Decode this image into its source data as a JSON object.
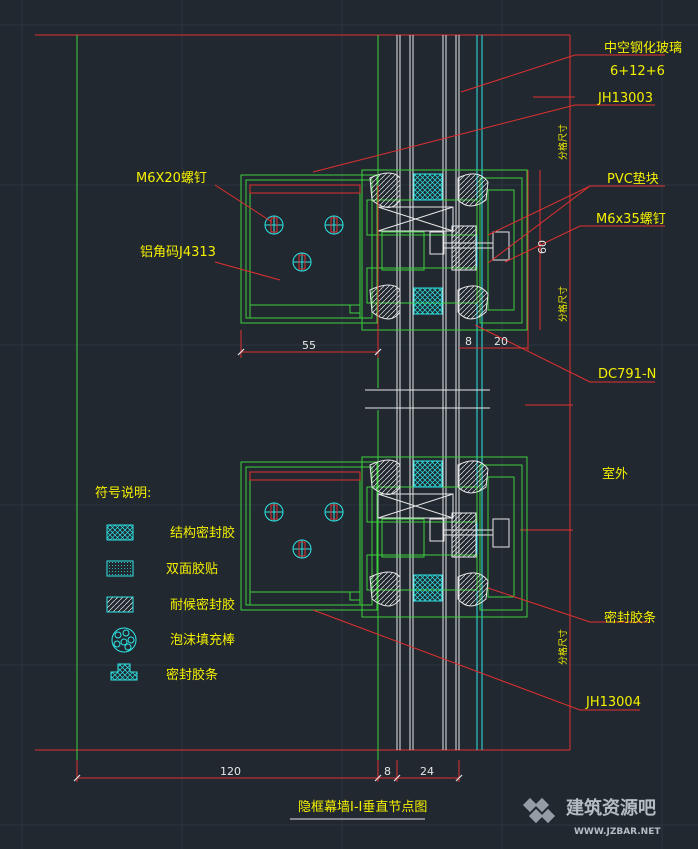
{
  "labels": {
    "glass_type": "中空钢化玻璃",
    "glass_spec": "6+12+6",
    "jh13003": "JH13003",
    "m6x20": "M6X20螺钉",
    "pvc": "PVC垫块",
    "m6x35": "M6x35螺钉",
    "j4313": "铝角码J4313",
    "dc791": "DC791-N",
    "exterior": "室外",
    "seal_strip": "密封胶条",
    "jh13004": "JH13004",
    "vert_size_1": "分格尺寸",
    "vert_size_2": "分格尺寸",
    "vert_size_3": "分格尺寸"
  },
  "dimensions": {
    "d55": "55",
    "d8a": "8",
    "d20": "20",
    "d60": "60",
    "d120": "120",
    "d8b": "8",
    "d24": "24"
  },
  "legend": {
    "title": "符号说明:",
    "items": [
      {
        "label": "结构密封胶",
        "icon": "structural-sealant-hatch-icon"
      },
      {
        "label": "双面胶贴",
        "icon": "double-sided-tape-dots-icon"
      },
      {
        "label": "耐候密封胶",
        "icon": "weather-sealant-hatch-icon"
      },
      {
        "label": "泡沫填充棒",
        "icon": "foam-backer-rod-icon"
      },
      {
        "label": "密封胶条",
        "icon": "sealing-strip-icon"
      }
    ]
  },
  "drawing_title": "隐框幕墙I-I垂直节点图",
  "watermark": {
    "name": "建筑资源吧",
    "url": "WWW.JZBAR.NET"
  },
  "colors": {
    "background": "#212830",
    "frame_line": "#3bd13b",
    "glass_line": "#e6e6e6",
    "leader_line": "#e03030",
    "label_text": "#f5f000",
    "cyan": "#2ee6e6",
    "dimension_line": "#e03030"
  }
}
